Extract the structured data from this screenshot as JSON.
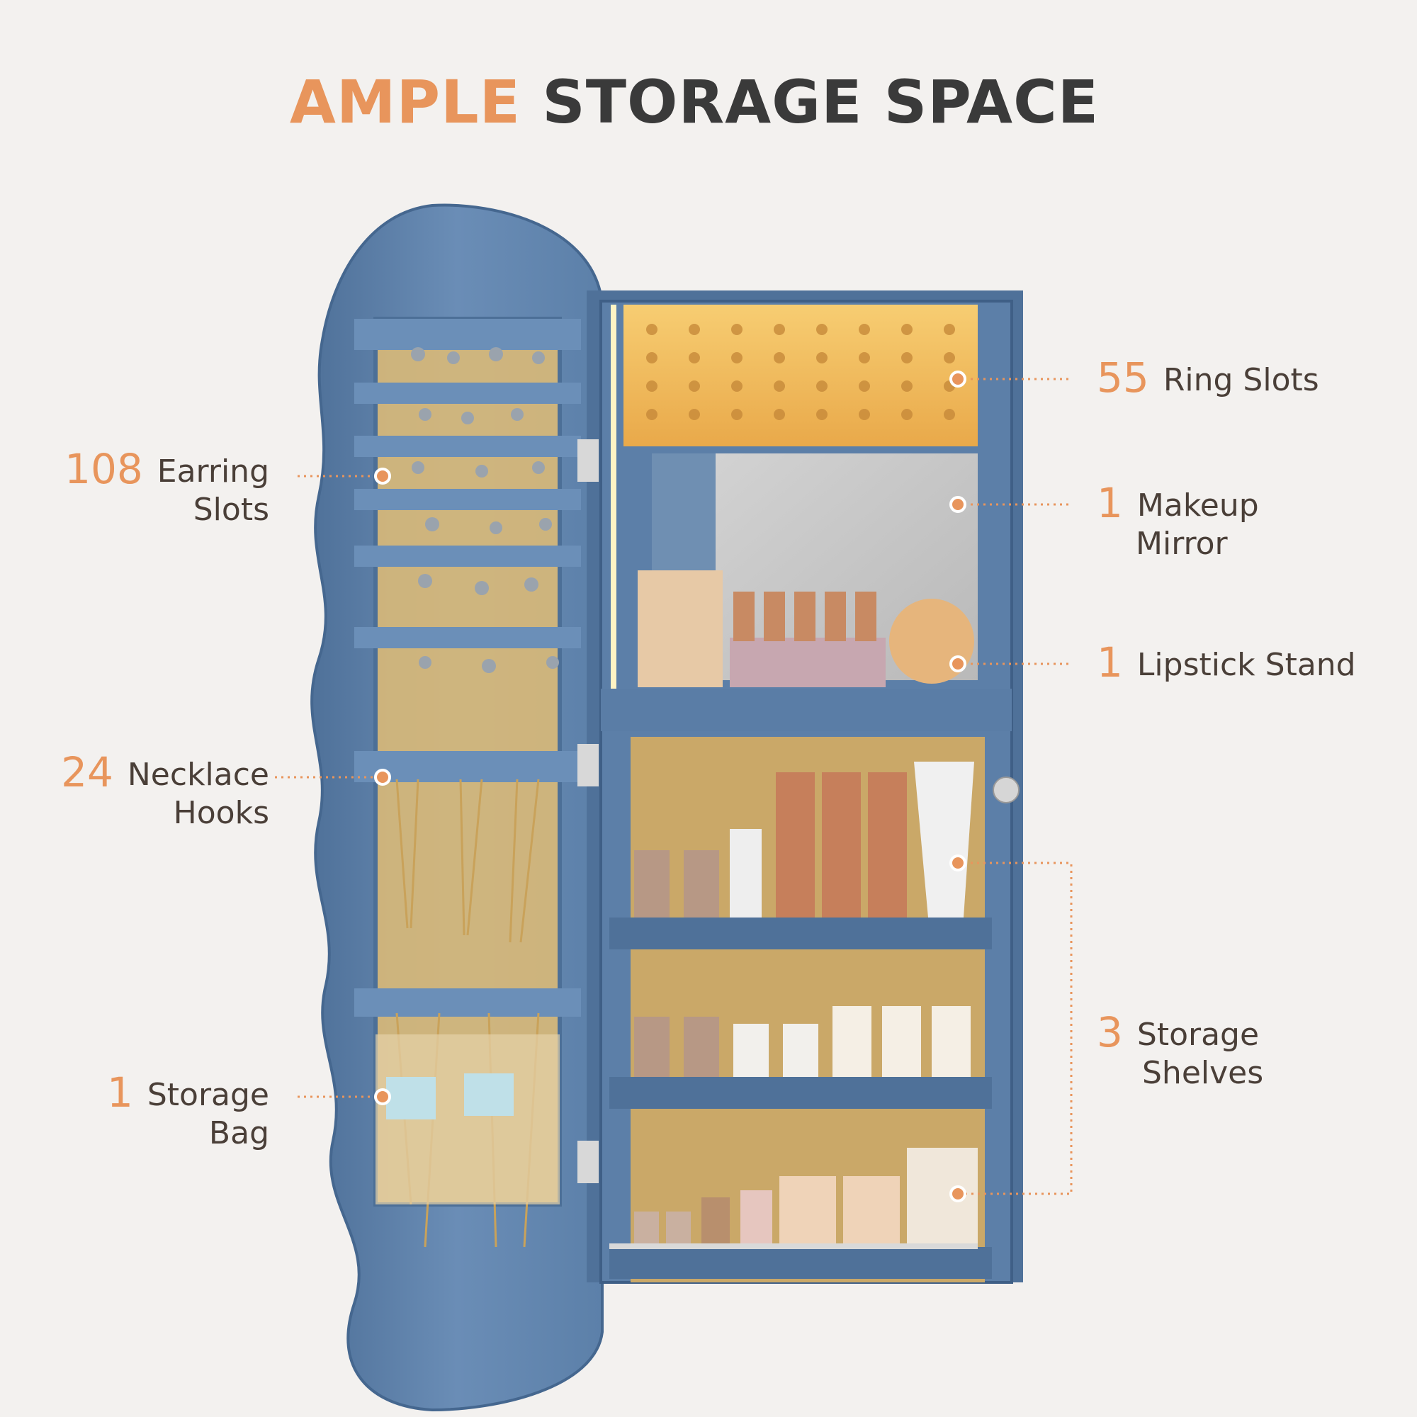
{
  "title": {
    "accent": "AMPLE",
    "rest": "STORAGE SPACE"
  },
  "colors": {
    "accent": "#e8955c",
    "text": "#4a3f38",
    "cabinet_blue": "#5e82ad",
    "lining": "#d8b56f"
  },
  "callouts": {
    "earring": {
      "number": "108",
      "line1": "Earring",
      "line2": "Slots"
    },
    "necklace": {
      "number": "24",
      "line1": "Necklace",
      "line2": "Hooks"
    },
    "bag": {
      "number": "1",
      "line1": "Storage",
      "line2": "Bag"
    },
    "ring": {
      "number": "55",
      "line1": "Ring Slots"
    },
    "mirror": {
      "number": "1",
      "line1": "Makeup",
      "line2": "Mirror"
    },
    "lipstick": {
      "number": "1",
      "line1": "Lipstick Stand"
    },
    "shelves": {
      "number": "3",
      "line1": "Storage",
      "line2": "Shelves"
    }
  }
}
